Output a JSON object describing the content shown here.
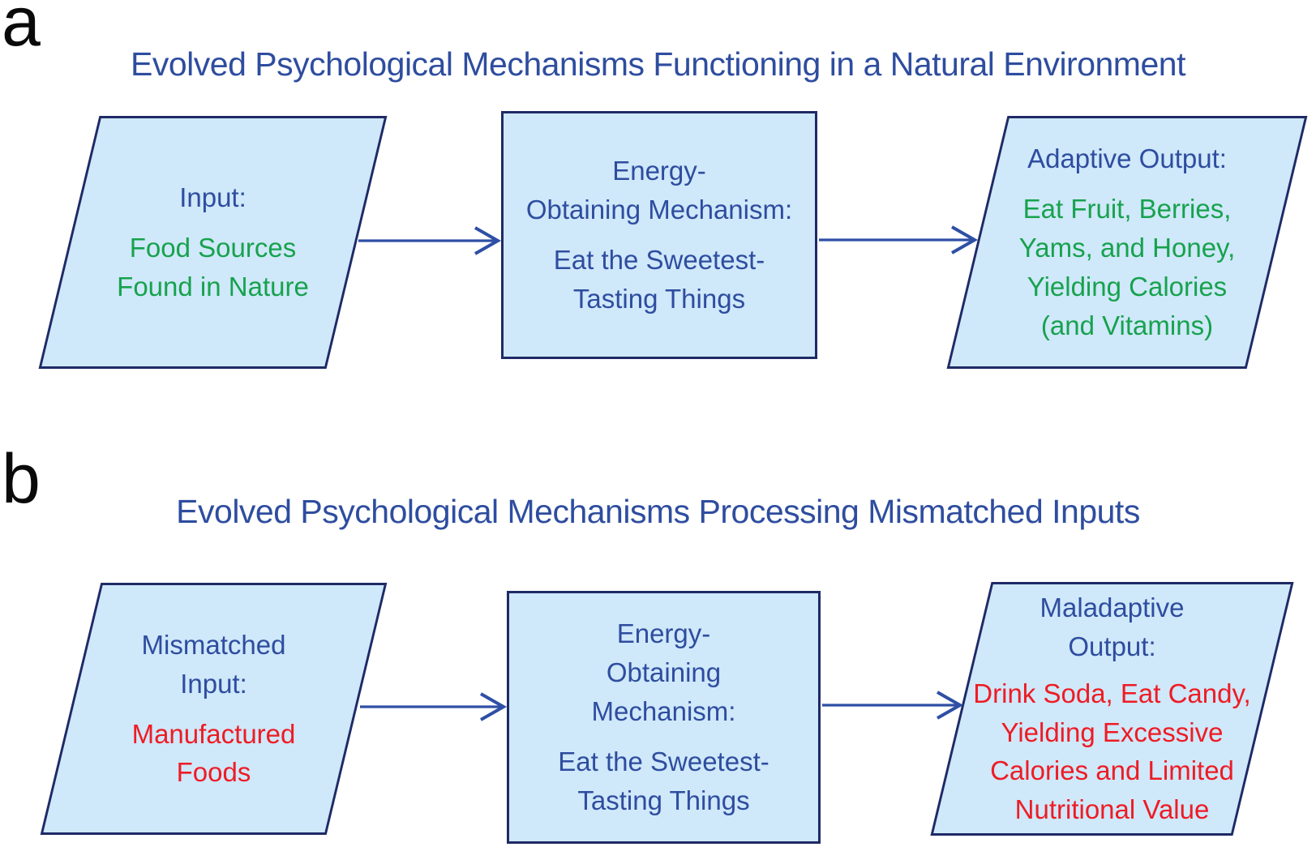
{
  "figure": {
    "panel_a": {
      "label": "a",
      "title": "Evolved Psychological Mechanisms Functioning in a Natural Environment",
      "input": {
        "heading": "Input:",
        "body": "Food Sources\nFound in Nature",
        "body_color": "#17a24d"
      },
      "mechanism": {
        "heading": "Energy-\nObtaining Mechanism:",
        "body": "Eat the Sweetest-\nTasting Things",
        "body_color": "#2e4d9f"
      },
      "output": {
        "heading": "Adaptive Output:",
        "body": "Eat Fruit, Berries,\nYams, and Honey,\nYielding Calories\n(and Vitamins)",
        "body_color": "#17a24d"
      }
    },
    "panel_b": {
      "label": "b",
      "title": "Evolved Psychological Mechanisms Processing Mismatched Inputs",
      "input": {
        "heading": "Mismatched\nInput:",
        "body": "Manufactured\nFoods",
        "body_color": "#ee1c24"
      },
      "mechanism": {
        "heading": "Energy-\nObtaining\nMechanism:",
        "body": "Eat the Sweetest-\nTasting Things",
        "body_color": "#2e4d9f"
      },
      "output": {
        "heading": "Maladaptive\nOutput:",
        "body": "Drink Soda, Eat Candy,\nYielding Excessive\nCalories and Limited\nNutritional Value",
        "body_color": "#ee1c24"
      }
    }
  },
  "colors": {
    "shape_fill": "#cfe8fa",
    "shape_border": "#1f2a66",
    "heading_blue": "#2e4d9f",
    "natural_green": "#17a24d",
    "mismatch_red": "#ee1c24",
    "arrow_blue": "#2e4fa5",
    "panel_label_black": "#0a0a0a"
  }
}
